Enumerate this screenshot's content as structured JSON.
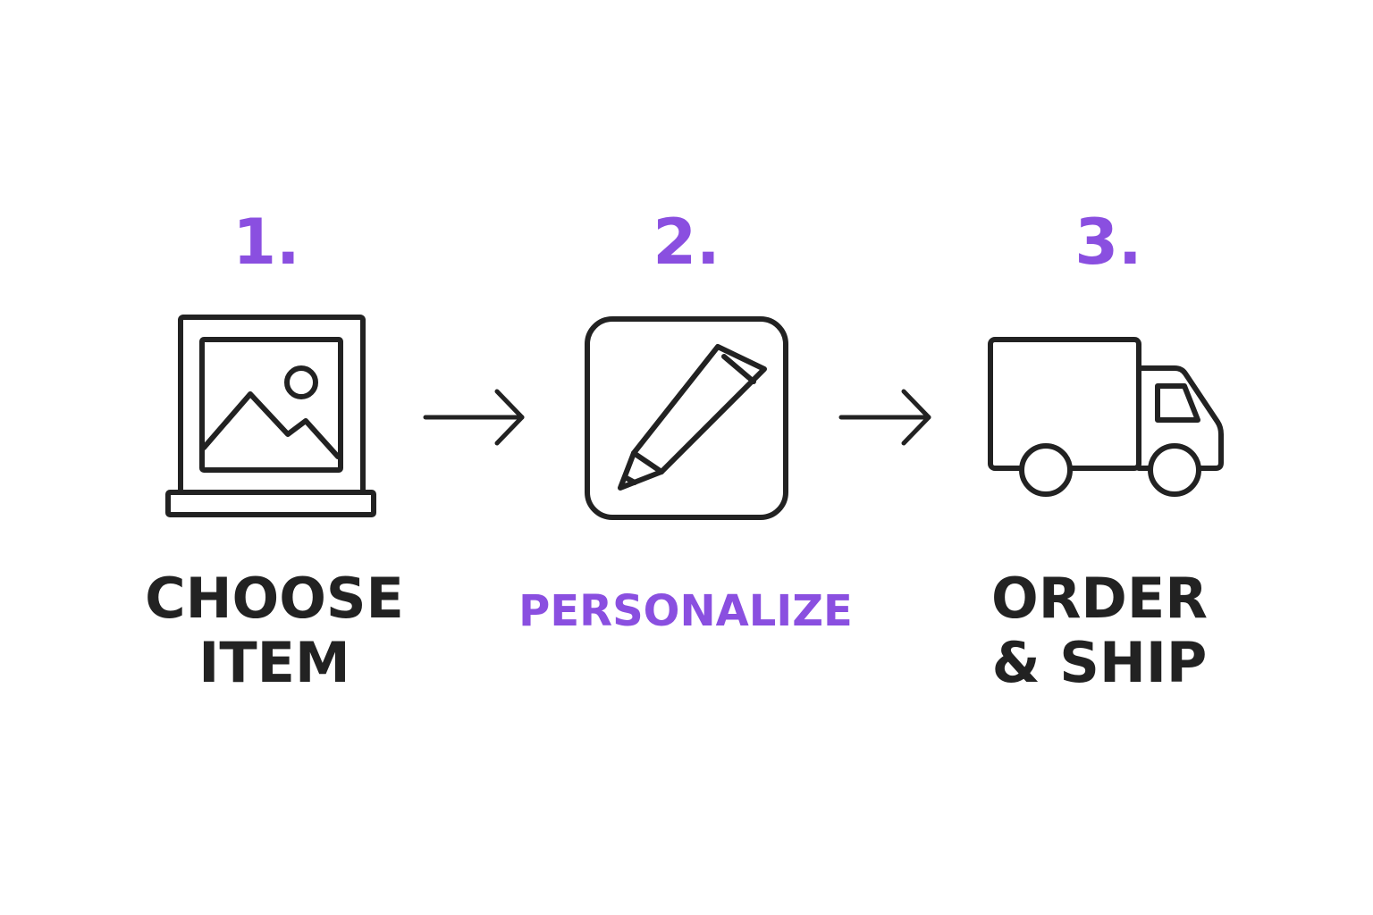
{
  "colors": {
    "accent": "#8a4fe0",
    "ink": "#222222"
  },
  "steps": [
    {
      "number": "1.",
      "label_line1": "CHOOSE",
      "label_line2": "ITEM",
      "icon": "framed-picture-icon",
      "highlighted": false
    },
    {
      "number": "2.",
      "label_line1": "PERSONALIZE",
      "label_line2": "",
      "icon": "pencil-icon",
      "highlighted": true
    },
    {
      "number": "3.",
      "label_line1": "ORDER",
      "label_line2": "& SHIP",
      "icon": "delivery-truck-icon",
      "highlighted": false
    }
  ],
  "connectors": [
    "arrow-right-icon",
    "arrow-right-icon"
  ]
}
